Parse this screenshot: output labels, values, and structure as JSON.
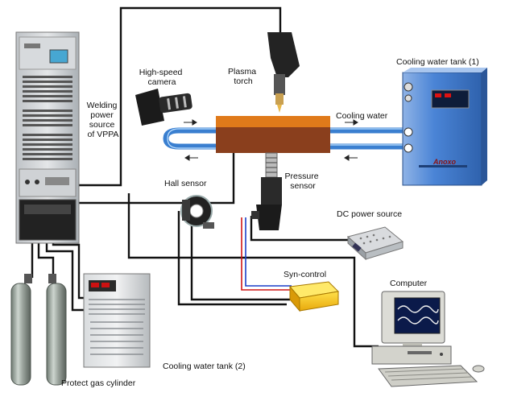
{
  "labels": {
    "welding_power": [
      "Welding",
      "power",
      "source",
      "of VPPA"
    ],
    "camera": [
      "High-speed",
      "camera"
    ],
    "plasma_torch": [
      "Plasma",
      "torch"
    ],
    "cooling_tank_1": "Cooling water tank (1)",
    "cooling_water": "Cooling water",
    "hall_sensor": "Hall sensor",
    "pressure_sensor": [
      "Pressure",
      "sensor"
    ],
    "dc_power": "DC power source",
    "syn_control": "Syn-control",
    "computer": "Computer",
    "cooling_tank_2": "Cooling water tank (2)",
    "gas_cylinder": "Protect gas cylinder"
  },
  "device_text": {
    "tank1_logo": "Anoxo"
  },
  "colors": {
    "wire": "#111111",
    "water_pipe": "#3a7fd0",
    "plate_top": "#e07a1a",
    "plate_body": "#8a3f1d",
    "syn_control": "#f5c515",
    "tank1_body": "#4a84d6",
    "red_wire": "#d01515",
    "blue_wire": "#1c3fc8"
  },
  "icons": [
    "welding-cabinet",
    "camera",
    "plasma-torch",
    "water-tank",
    "hall-sensor",
    "pressure-sensor",
    "dc-power-supply",
    "computer",
    "chiller",
    "gas-cylinder"
  ]
}
